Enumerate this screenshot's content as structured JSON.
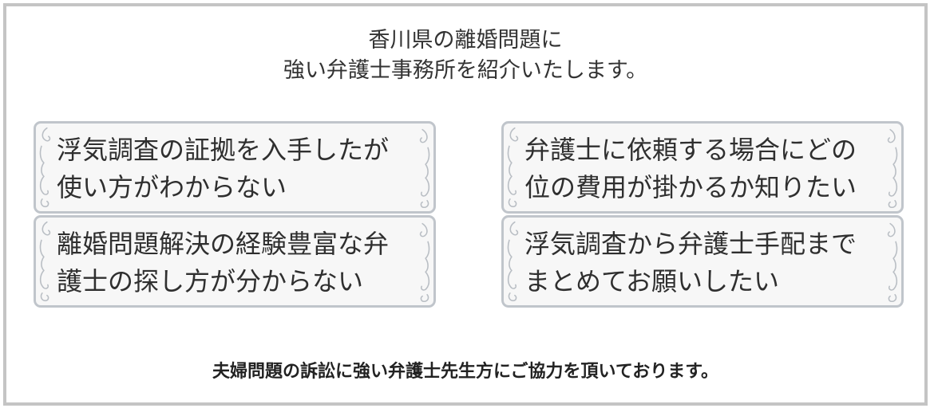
{
  "headline": {
    "line1": "香川県の離婚問題に",
    "line2": "強い弁護士事務所を紹介いたします。"
  },
  "cards": [
    {
      "line1": "浮気調査の証拠を入手したが",
      "line2": "使い方がわからない"
    },
    {
      "line1": "弁護士に依頼する場合にどの",
      "line2": "位の費用が掛かるか知りたい"
    },
    {
      "line1": "離婚問題解決の経験豊富な弁",
      "line2": "護士の探し方が分からない"
    },
    {
      "line1": "浮気調査から弁護士手配まで",
      "line2": "まとめてお願いしたい"
    }
  ],
  "footer": {
    "text": "夫婦問題の訴訟に強い弁護士先生方にご協力を頂いております。"
  },
  "colors": {
    "frame_border": "#c4c4c4",
    "card_border": "#c0c5cb",
    "card_background": "#f7f7f7",
    "ornament": "#b9bec4"
  },
  "icons": {
    "card_ornament": "corner-scroll-flourish-icon"
  }
}
